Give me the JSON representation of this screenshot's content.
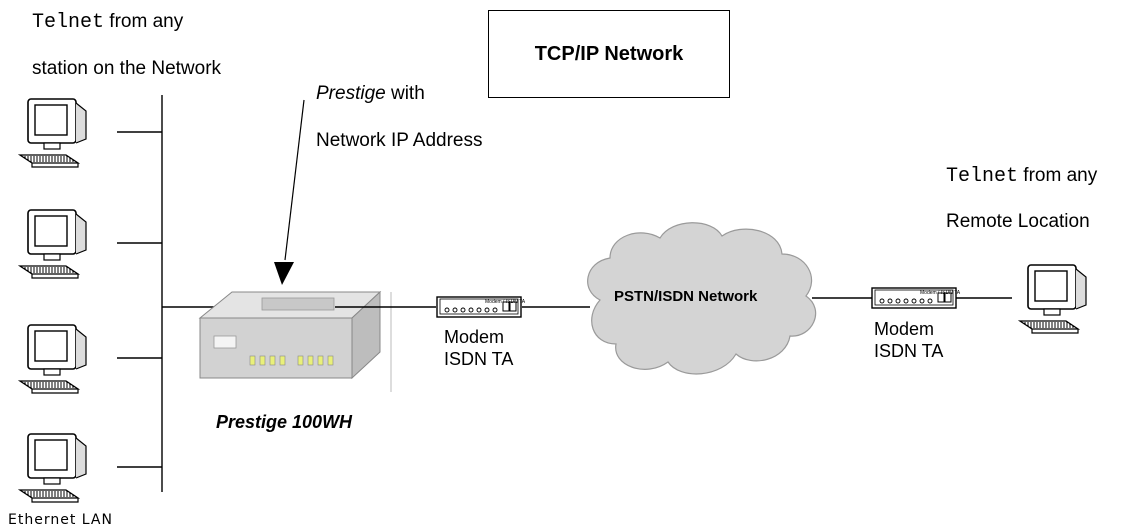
{
  "title": "TCP/IP Network",
  "labels": {
    "telnet_local_cmd": "Telnet",
    "telnet_local_rest": " from any",
    "station": "station on the Network",
    "prestige_italic": "Prestige",
    "prestige_with": " with",
    "network_ip": "Network IP Address",
    "telnet_remote_cmd": "Telnet",
    "telnet_remote_rest": " from any",
    "remote_location": "Remote Location",
    "prestige_model": "Prestige 100WH",
    "cloud": "PSTN/ISDN Network",
    "modem_left_1": "Modem",
    "modem_left_2": "ISDN TA",
    "modem_right_1": "Modem",
    "modem_right_2": "ISDN TA",
    "device_tag": "Modem / ISDN TA",
    "ethernet": "Ethernet LAN"
  },
  "icons": {
    "workstation": "computer-icon",
    "router": "router-icon",
    "modem": "modem-icon",
    "cloud": "cloud-icon"
  }
}
